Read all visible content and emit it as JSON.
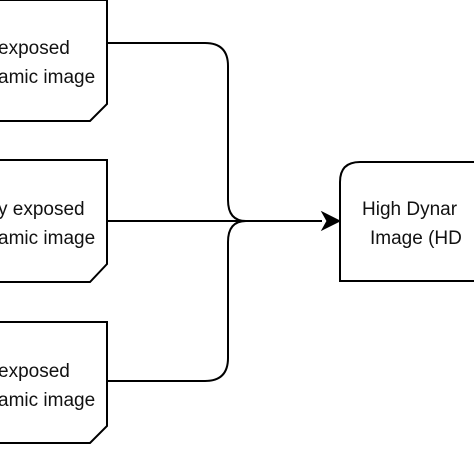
{
  "diagram": {
    "inputs": [
      {
        "line1": "exposed",
        "line2": "amic image"
      },
      {
        "line1": "y exposed",
        "line2": "amic image"
      },
      {
        "line1": "exposed",
        "line2": "amic image"
      }
    ],
    "output": {
      "line1": "High Dynar",
      "line2": "Image (HD"
    },
    "colors": {
      "stroke": "#000000",
      "fill": "#ffffff",
      "text": "#111111"
    }
  }
}
